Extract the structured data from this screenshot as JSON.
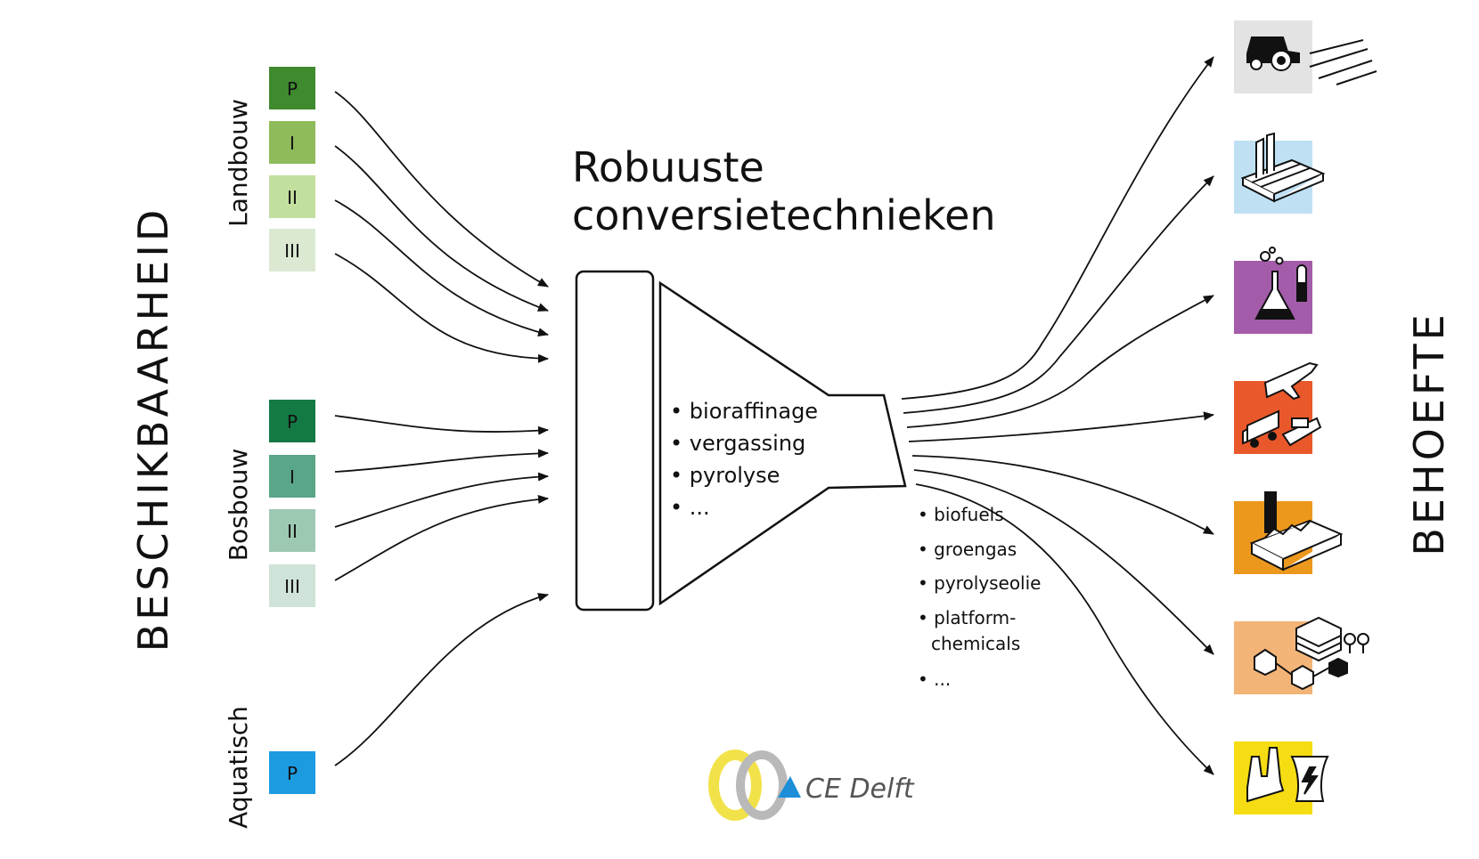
{
  "left_title": "BESCHIKBAARHEID",
  "right_title": "BEHOEFTE",
  "sources": [
    {
      "label": "Landbouw",
      "boxes": [
        {
          "text": "P",
          "color": "#3f8a2e"
        },
        {
          "text": "I",
          "color": "#8fbb5a"
        },
        {
          "text": "II",
          "color": "#c3df9e"
        },
        {
          "text": "III",
          "color": "#dce9d2"
        }
      ]
    },
    {
      "label": "Bosbouw",
      "boxes": [
        {
          "text": "P",
          "color": "#147a45"
        },
        {
          "text": "I",
          "color": "#5aa688"
        },
        {
          "text": "II",
          "color": "#9dc9b3"
        },
        {
          "text": "III",
          "color": "#cfe3d8"
        }
      ]
    },
    {
      "label": "Aquatisch",
      "boxes": [
        {
          "text": "P",
          "color": "#1c9be0"
        }
      ]
    }
  ],
  "center_title": {
    "line1": "Robuuste",
    "line2": "conversietechnieken"
  },
  "techniques": [
    "• bioraffinage",
    "• vergassing",
    "• pyrolyse",
    "• ..."
  ],
  "products": [
    "• biofuels",
    "• groengas",
    "• pyrolyseolie",
    "• platform-",
    "chemicals",
    "• ..."
  ],
  "demand_icons": [
    {
      "name": "tractor-field-icon",
      "color": "#e3e3e3"
    },
    {
      "name": "paper-rolls-icon",
      "color": "#bfe0f3"
    },
    {
      "name": "chemistry-flask-icon",
      "color": "#a35ca9"
    },
    {
      "name": "transport-plane-truck-ship-icon",
      "color": "#e9582a"
    },
    {
      "name": "factory-icon",
      "color": "#ec981d"
    },
    {
      "name": "built-environment-icon",
      "color": "#f2b477"
    },
    {
      "name": "power-plant-icon",
      "color": "#f6dc12"
    }
  ],
  "logo": {
    "text": "CE Delft",
    "ring_color": "#f2e24a",
    "accent_color": "#1c8fd8"
  }
}
